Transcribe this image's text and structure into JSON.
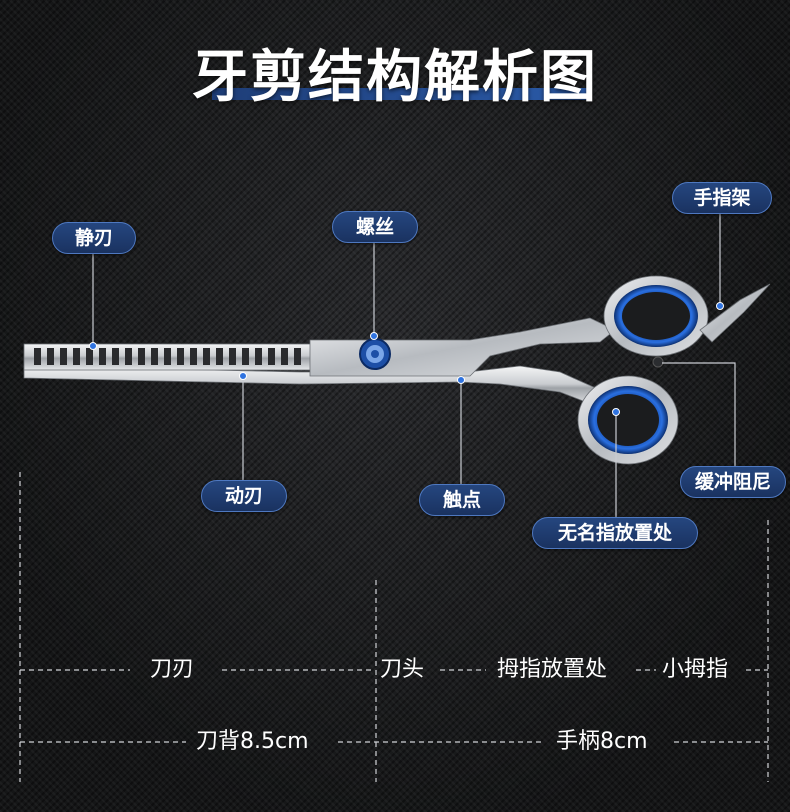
{
  "title": "牙剪结构解析图",
  "labels": {
    "static_blade": "静刃",
    "screw": "螺丝",
    "finger_rest": "手指架",
    "moving_blade": "动刃",
    "contact_point": "触点",
    "damper": "缓冲阻尼",
    "ring_finger_rest": "无名指放置处"
  },
  "dimensions": {
    "blade_edge": "刀刃",
    "blade_head": "刀头",
    "thumb_rest": "拇指放置处",
    "pinky": "小拇指",
    "blade_back": "刀背8.5cm",
    "handle": "手柄8cm"
  },
  "colors": {
    "accent": "#2a5aa8",
    "pill_border": "#4e78c0",
    "ring_blue": "#1f5fc4"
  }
}
